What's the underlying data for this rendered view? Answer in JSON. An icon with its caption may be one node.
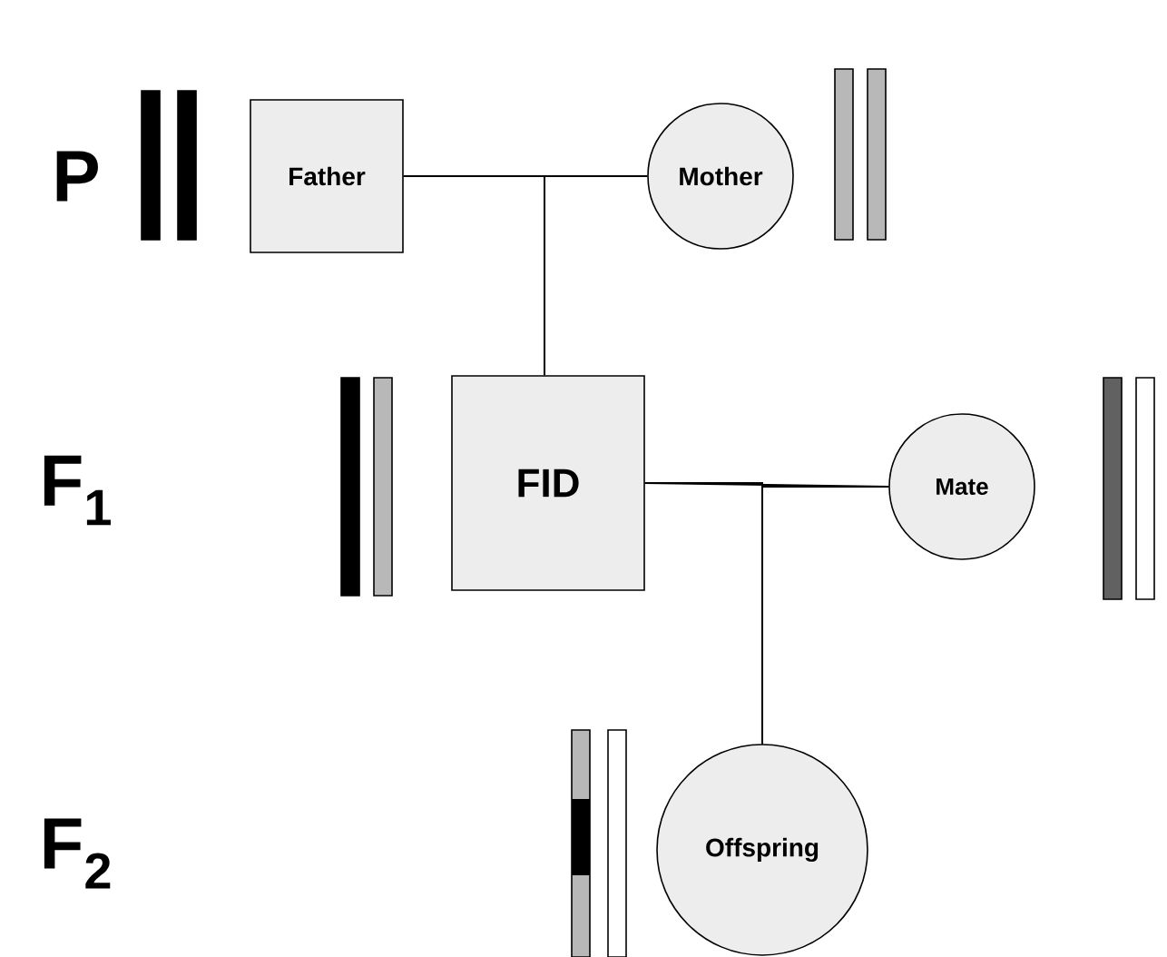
{
  "diagram": {
    "nodes": [
      {
        "text": [
          "Father"
        ]
      },
      {
        "text": [
          "Mother"
        ]
      },
      {
        "text": [
          "FID"
        ]
      },
      {
        "text": [
          "Mate"
        ]
      },
      {
        "text": [
          "Offspring"
        ]
      }
    ],
    "edges": [
      {
        "from": 0,
        "to": 1,
        "arrow": "none"
      },
      {
        "from": 0,
        "to": 2,
        "arrow": "none"
      },
      {
        "from": 1,
        "to": 2,
        "arrow": "none"
      },
      {
        "from": 2,
        "to": 3,
        "arrow": "none"
      },
      {
        "from": 2,
        "to": 4,
        "arrow": "none"
      },
      {
        "from": 3,
        "to": 4,
        "arrow": "none"
      }
    ],
    "labels": [
      "P",
      "F$_{1}$",
      "F$_{2}$"
    ]
  }
}
